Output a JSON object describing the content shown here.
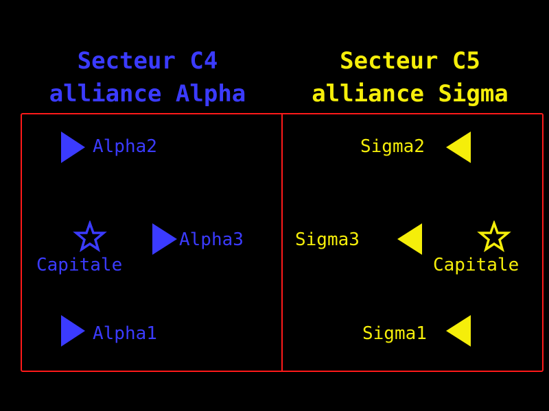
{
  "colors": {
    "background": "#000000",
    "alpha": "#3b3bff",
    "sigma": "#f5ee0a",
    "border": "#ff1a1a"
  },
  "sectors": {
    "alpha": {
      "title_line1": "Secteur C4",
      "title_line2": "alliance Alpha",
      "units": {
        "alpha2": "Alpha2",
        "alpha3": "Alpha3",
        "alpha1": "Alpha1"
      },
      "capital_label": "Capitale",
      "unit_icon": "triangle-right-icon",
      "capital_icon": "star-outline-icon"
    },
    "sigma": {
      "title_line1": "Secteur C5",
      "title_line2": "alliance Sigma",
      "units": {
        "sigma2": "Sigma2",
        "sigma3": "Sigma3",
        "sigma1": "Sigma1"
      },
      "capital_label": "Capitale",
      "unit_icon": "triangle-left-icon",
      "capital_icon": "star-outline-icon"
    }
  }
}
